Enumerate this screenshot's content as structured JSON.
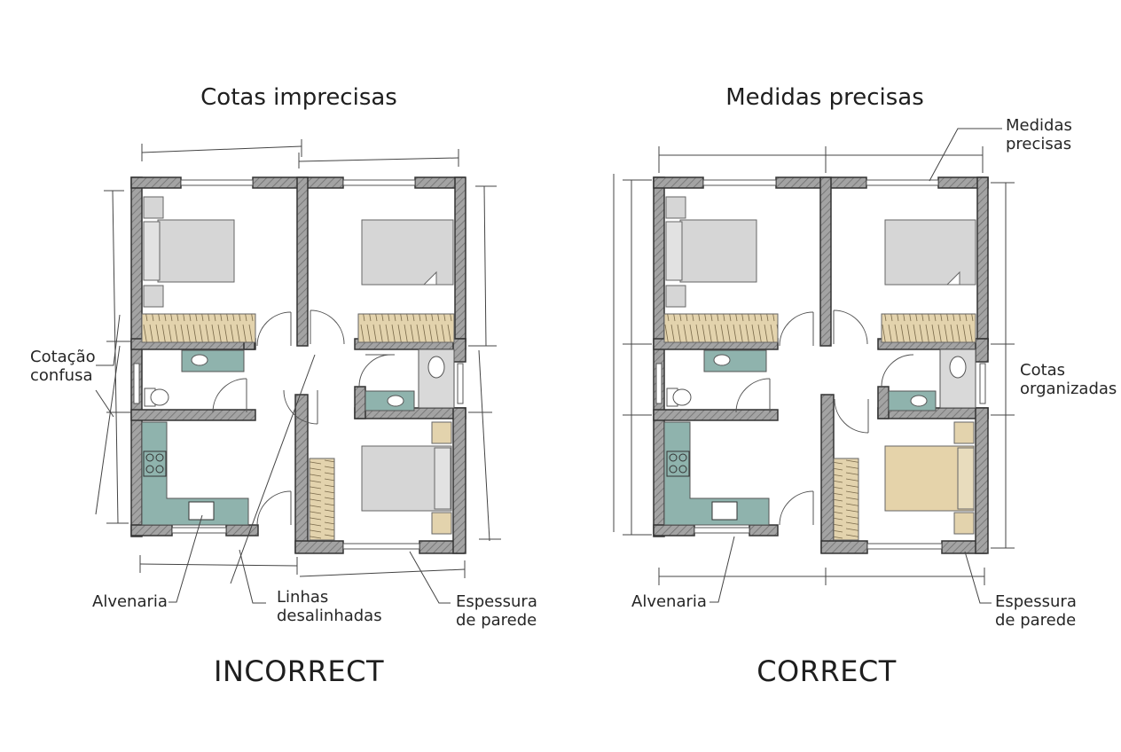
{
  "left_panel": {
    "title": "Cotas imprecisas",
    "verdict": "INCORRECT",
    "annotations": {
      "confused_dimension": [
        "Cotação",
        "confusa"
      ],
      "masonry": "Alvenaria",
      "misaligned_lines": [
        "Linhas",
        "desalinhadas"
      ],
      "wall_thickness": [
        "Espessura",
        "de parede"
      ]
    }
  },
  "right_panel": {
    "title": "Medidas precisas",
    "verdict": "CORRECT",
    "annotations": {
      "precise_measures": [
        "Medidas",
        "precisas"
      ],
      "organized_dimensions": [
        "Cotas",
        "organizadas"
      ],
      "masonry": "Alvenaria",
      "wall_thickness": [
        "Espessura",
        "de parede"
      ]
    }
  },
  "colors": {
    "wall_hatch": "#8f8f8f",
    "furniture_gray": "#d6d6d6",
    "wardrobe_tan": "#e3d3ad",
    "fixture_teal": "#8fb3ad",
    "bed_tan": "#e5d3aa",
    "line": "#3a3a3a"
  }
}
